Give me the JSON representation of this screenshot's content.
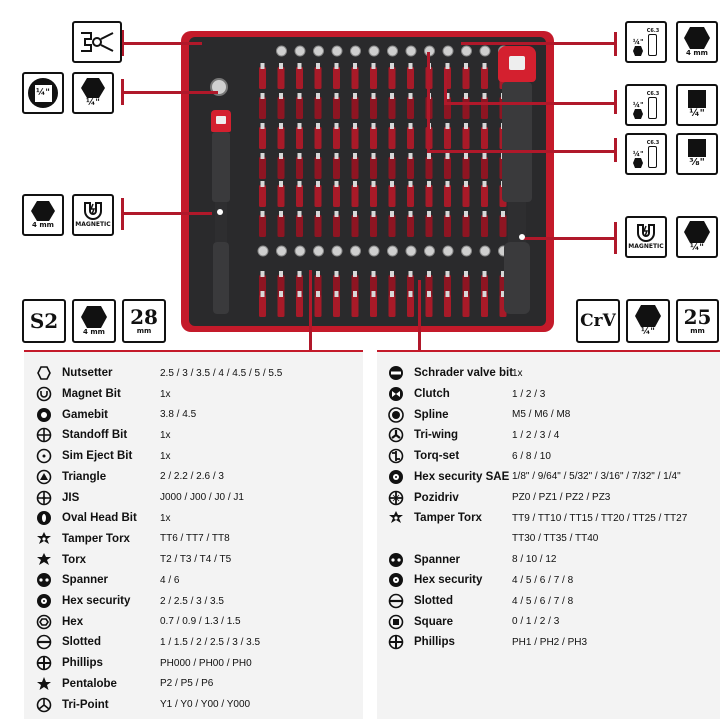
{
  "callouts": {
    "left_hex_caption": "¼\"",
    "left_4mm_caption": "4 mm",
    "left_magnetic_caption": "MAGNETIC",
    "left_socket_label": "¼\"",
    "right_top_small_label": "¼\"",
    "right_top_small_sub": "C6.3",
    "right_top_caption": "4 mm",
    "right_mid_small_label": "¼\"",
    "right_mid_small_sub": "C6.3",
    "right_mid_caption": "¼\"",
    "right_low_small_label": "¼\"",
    "right_low_small_sub": "C6.3",
    "right_low_caption": "⅜\"",
    "right_magnetic_caption": "MAGNETIC",
    "right_magnetic_hex_caption": "¼\""
  },
  "specs_left": {
    "material": "S2",
    "hex_caption": "4 mm",
    "length_value": "28",
    "length_unit": "mm"
  },
  "specs_right": {
    "material": "CrV",
    "hex_caption": "¼\"",
    "length_value": "25",
    "length_unit": "mm"
  },
  "left_table": [
    {
      "icon": "nutsetter-icon",
      "name": "Nutsetter",
      "values": "2.5 / 3 / 3.5 / 4 / 4.5  / 5 / 5.5"
    },
    {
      "icon": "magnet-bit-icon",
      "name": "Magnet Bit",
      "values": "1x"
    },
    {
      "icon": "gamebit-icon",
      "name": "Gamebit",
      "values": "3.8 / 4.5"
    },
    {
      "icon": "standoff-bit-icon",
      "name": "Standoff Bit",
      "values": "1x"
    },
    {
      "icon": "sim-eject-bit-icon",
      "name": "Sim Eject Bit",
      "values": "1x"
    },
    {
      "icon": "triangle-icon",
      "name": "Triangle",
      "values": "2 / 2.2 / 2.6 / 3"
    },
    {
      "icon": "jis-icon",
      "name": "JIS",
      "values": "J000 / J00 / J0 / J1"
    },
    {
      "icon": "oval-head-bit-icon",
      "name": "Oval Head Bit",
      "values": "1x"
    },
    {
      "icon": "tamper-torx-icon",
      "name": "Tamper Torx",
      "values": "TT6 / TT7 / TT8"
    },
    {
      "icon": "torx-icon",
      "name": "Torx",
      "values": "T2 / T3 / T4 / T5"
    },
    {
      "icon": "spanner-icon",
      "name": "Spanner",
      "values": "4 / 6"
    },
    {
      "icon": "hex-security-icon",
      "name": "Hex security",
      "values": "2 / 2.5 / 3 / 3.5"
    },
    {
      "icon": "hex-icon",
      "name": "Hex",
      "values": "0.7 / 0.9 / 1.3 / 1.5"
    },
    {
      "icon": "slotted-icon",
      "name": "Slotted",
      "values": "1 / 1.5 / 2 / 2.5 / 3 / 3.5"
    },
    {
      "icon": "phillips-icon",
      "name": "Phillips",
      "values": "PH000 / PH00 / PH0"
    },
    {
      "icon": "pentalobe-icon",
      "name": "Pentalobe",
      "values": "P2 / P5 / P6"
    },
    {
      "icon": "tri-point-icon",
      "name": "Tri-Point",
      "values": "Y1 / Y0 / Y00 / Y000"
    }
  ],
  "right_table": [
    {
      "icon": "schrader-valve-bit-icon",
      "name": "Schrader valve bit",
      "values": "1x"
    },
    {
      "icon": "clutch-icon",
      "name": "Clutch",
      "values": "1 / 2 / 3"
    },
    {
      "icon": "spline-icon",
      "name": "Spline",
      "values": "M5 / M6 / M8"
    },
    {
      "icon": "tri-wing-icon",
      "name": "Tri-wing",
      "values": "1 / 2 / 3 / 4"
    },
    {
      "icon": "torq-set-icon",
      "name": "Torq-set",
      "values": "6 / 8 / 10"
    },
    {
      "icon": "hex-security-sae-icon",
      "name": "Hex security SAE",
      "values": "1/8\" / 9/64\" / 5/32\" / 3/16\" / 7/32\" / 1/4\""
    },
    {
      "icon": "pozidriv-icon",
      "name": "Pozidriv",
      "values": "PZ0 / PZ1 / PZ2 / PZ3"
    },
    {
      "icon": "tamper-torx-icon",
      "name": "Tamper Torx",
      "values": "TT9 / TT10 / TT15 / TT20 / TT25 / TT27"
    },
    {
      "icon": "",
      "name": "",
      "values": "TT30 / TT35 / TT40"
    },
    {
      "icon": "spanner-icon",
      "name": "Spanner",
      "values": "8 / 10 / 12"
    },
    {
      "icon": "hex-security-icon",
      "name": "Hex security",
      "values": "4 / 5 / 6 / 7 / 8"
    },
    {
      "icon": "slotted-icon",
      "name": "Slotted",
      "values": "4 / 5 / 6 / 7 / 8"
    },
    {
      "icon": "square-icon",
      "name": "Square",
      "values": "0 / 1 / 2 / 3"
    },
    {
      "icon": "phillips-icon",
      "name": "Phillips",
      "values": "PH1 / PH2 / PH3"
    }
  ],
  "colors": {
    "accent": "#c41a2a",
    "foam": "#2a2a2c",
    "panel": "#f3f3f3"
  }
}
